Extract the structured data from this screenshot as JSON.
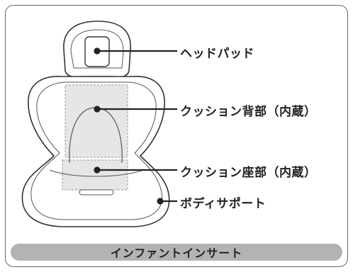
{
  "callouts": [
    {
      "label": "ヘッドパッド"
    },
    {
      "label": "クッション背部（内蔵）"
    },
    {
      "label": "クッション座部（内蔵）"
    },
    {
      "label": "ボディサポート"
    }
  ],
  "footer": {
    "title": "インファントインサート"
  },
  "colors": {
    "outline": "#333333",
    "dashed_panel": "#e6e6e6",
    "footer_bg": "#b3b3b3"
  }
}
